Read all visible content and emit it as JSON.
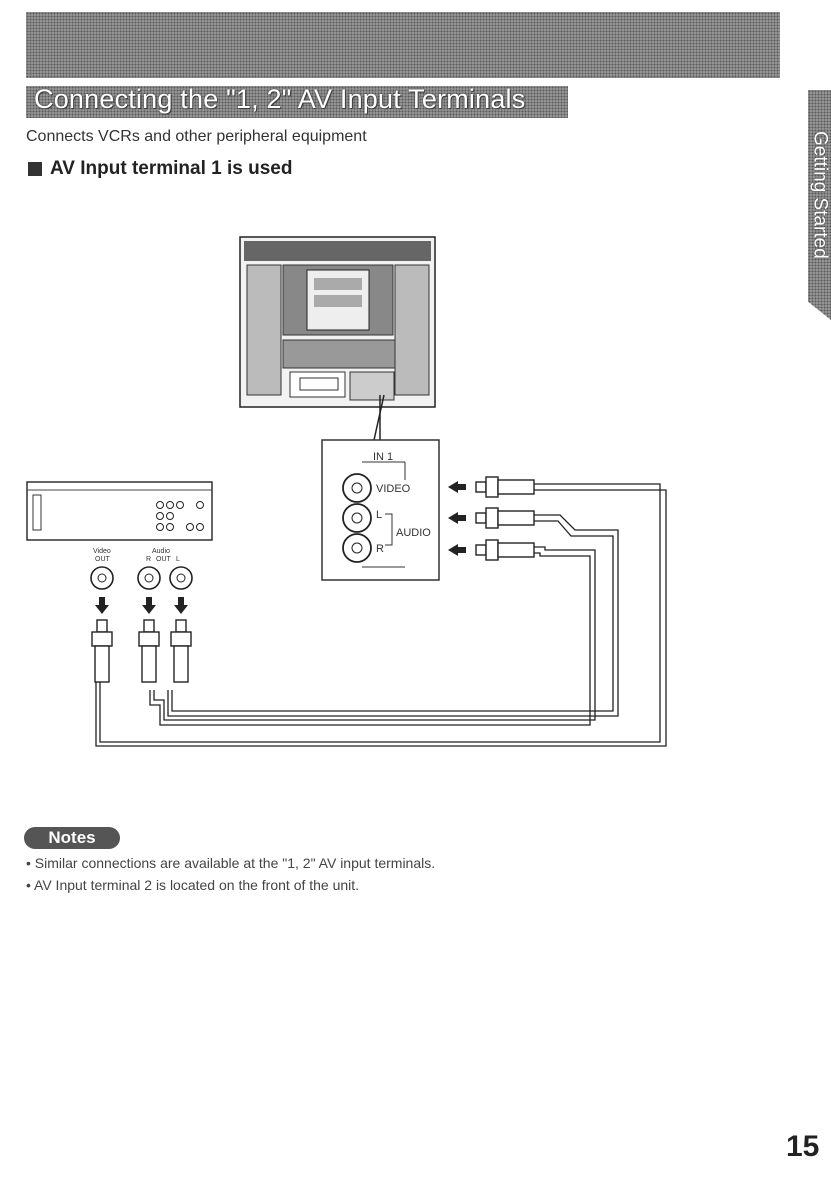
{
  "header": {
    "title": "Connecting the \"1, 2\" AV Input Terminals",
    "intro": "Connects VCRs and other peripheral equipment",
    "section_heading": "AV Input terminal 1 is used"
  },
  "side_tab": {
    "label": "Getting Started"
  },
  "diagram": {
    "terminal_panel": {
      "title": "IN 1",
      "video_label": "VIDEO",
      "left_label": "L",
      "right_label": "R",
      "audio_label": "AUDIO"
    },
    "vcr": {
      "video_label": "Video",
      "video_out": "OUT",
      "audio_label": "Audio",
      "audio_out": "OUT",
      "r_label": "R",
      "l_label": "L"
    }
  },
  "notes": {
    "badge": "Notes",
    "items": [
      "Similar connections are available at the \"1, 2\" AV input terminals.",
      "AV Input terminal 2 is located on the front of the unit."
    ]
  },
  "page_number": "15"
}
